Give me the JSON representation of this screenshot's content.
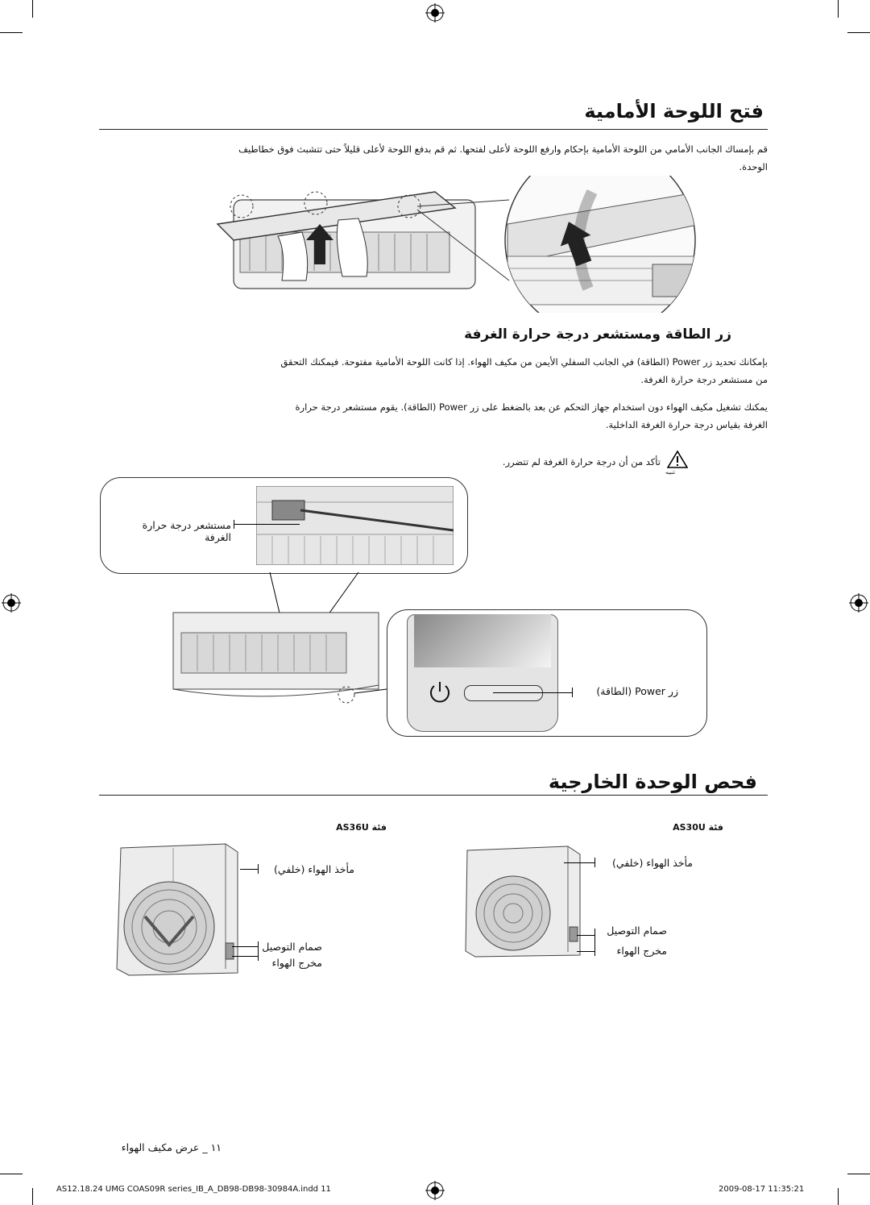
{
  "section1": {
    "title": "فتح اللوحة الأمامية",
    "paragraph_line1": "قم بإمساك الجانب الأمامي من اللوحة الأمامية بإحكام وارفع اللوحة لأعلى لفتحها. ثم قم بدفع اللوحة لأعلى قليلاً حتى تتشبث فوق خطاطيف",
    "paragraph_line2": "الوحدة."
  },
  "section2": {
    "title": "زر الطاقة ومستشعر درجة حرارة الغرفة",
    "para1_line1": "بإمكانك تحديد زر Power (الطاقة) في الجانب السفلي الأيمن من مكيف الهواء. إذا كانت اللوحة الأمامية مفتوحة. فيمكنك التحقق",
    "para1_line2": "من مستشعر درجة حرارة الغرفة.",
    "para2_line1": "يمكنك تشغيل مكيف الهواء دون استخدام جهاز التحكم عن بعد بالضغط على زر Power (الطاقة). يقوم مستشعر درجة حرارة",
    "para2_line2": "الغرفة بقياس درجة حرارة الغرفة الداخلية.",
    "caution_label": "تنبيه",
    "caution_text": "تأكد من أن درجة حرارة الغرفة لم تتضرر.",
    "sensor_label_line1": "مستشعر درجة حرارة",
    "sensor_label_line2": "الغرفة",
    "power_button_label": "زر Power (الطاقة)"
  },
  "section3": {
    "title": "فحص الوحدة الخارجية",
    "left_model": "فئة AS36U",
    "right_model": "فئة AS30U",
    "air_inlet": "مأخذ الهواء (خلفي)",
    "connection_valve": "صمام التوصيل",
    "air_outlet": "مخرج الهواء"
  },
  "footer": {
    "page_label": "١١ _ عرض مكيف الهواء",
    "file_info": "AS12.18.24 UMG COAS09R series_IB_A_DB98-DB98-30984A.indd   11",
    "timestamp": "2009-08-17   11:35:21"
  },
  "icons": [
    "registration-mark-icon",
    "power-icon",
    "warning-icon",
    "arrow-up-icon"
  ]
}
